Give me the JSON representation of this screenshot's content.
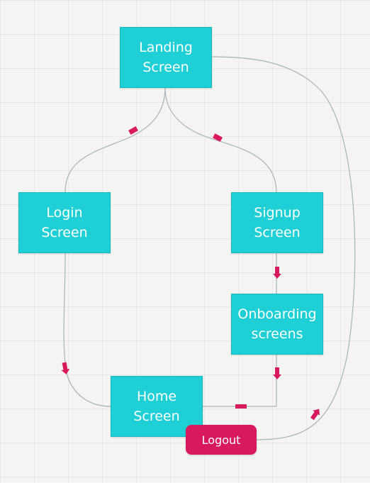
{
  "colors": {
    "node_fill": "#1fcfd6",
    "node_text": "#ffffff",
    "accent": "#d9195e",
    "connector": "#a9b3b2",
    "canvas": "#f4f4f3"
  },
  "nodes": {
    "landing": "Landing\nScreen",
    "login": "Login\nScreen",
    "signup": "Signup\nScreen",
    "onboarding": "Onboarding\nscreens",
    "home": "Home\nScreen"
  },
  "logout_button": {
    "label": "Logout"
  },
  "connections": [
    {
      "from": "Landing Screen",
      "to": "Login Screen"
    },
    {
      "from": "Landing Screen",
      "to": "Signup Screen"
    },
    {
      "from": "Signup Screen",
      "to": "Onboarding screens"
    },
    {
      "from": "Onboarding screens",
      "to": "Home Screen"
    },
    {
      "from": "Login Screen",
      "to": "Home Screen"
    },
    {
      "from": "Logout",
      "to": "Landing Screen"
    }
  ]
}
